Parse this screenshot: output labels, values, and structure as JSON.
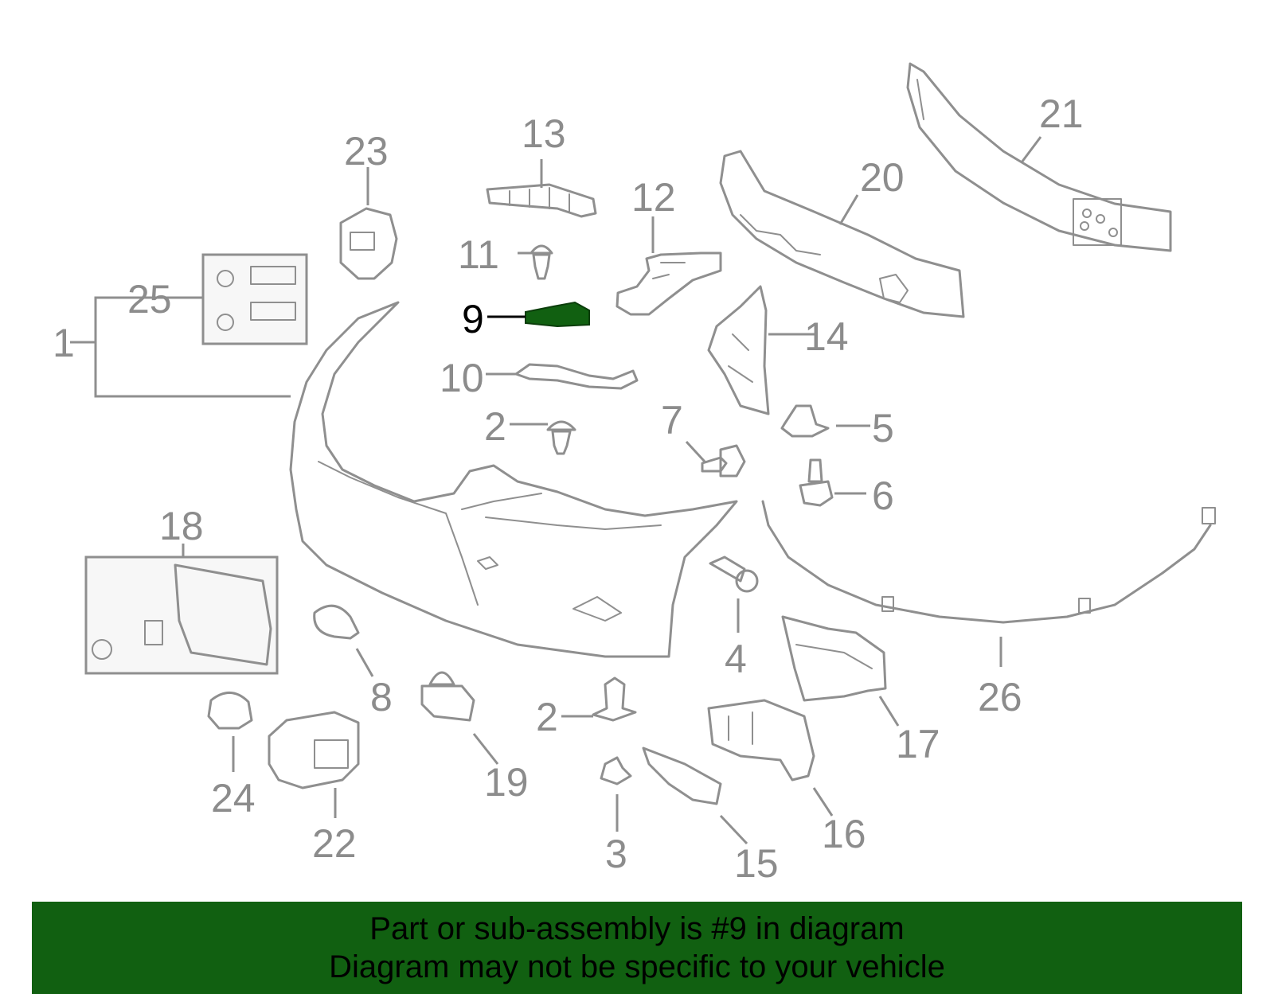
{
  "callouts": [
    {
      "id": "c1",
      "label": "1"
    },
    {
      "id": "c2a",
      "label": "2"
    },
    {
      "id": "c2b",
      "label": "2"
    },
    {
      "id": "c3",
      "label": "3"
    },
    {
      "id": "c4",
      "label": "4"
    },
    {
      "id": "c5",
      "label": "5"
    },
    {
      "id": "c6",
      "label": "6"
    },
    {
      "id": "c7",
      "label": "7"
    },
    {
      "id": "c8",
      "label": "8"
    },
    {
      "id": "c9",
      "label": "9"
    },
    {
      "id": "c10",
      "label": "10"
    },
    {
      "id": "c11",
      "label": "11"
    },
    {
      "id": "c12",
      "label": "12"
    },
    {
      "id": "c13",
      "label": "13"
    },
    {
      "id": "c14",
      "label": "14"
    },
    {
      "id": "c15",
      "label": "15"
    },
    {
      "id": "c16",
      "label": "16"
    },
    {
      "id": "c17",
      "label": "17"
    },
    {
      "id": "c18",
      "label": "18"
    },
    {
      "id": "c19",
      "label": "19"
    },
    {
      "id": "c20",
      "label": "20"
    },
    {
      "id": "c21",
      "label": "21"
    },
    {
      "id": "c22",
      "label": "22"
    },
    {
      "id": "c23",
      "label": "23"
    },
    {
      "id": "c24",
      "label": "24"
    },
    {
      "id": "c25",
      "label": "25"
    },
    {
      "id": "c26",
      "label": "26"
    }
  ],
  "highlight": {
    "callout": "9",
    "color": "#116011"
  },
  "banner": {
    "line1": "Part or sub-assembly is #9 in diagram",
    "line2": "Diagram may not be specific to your vehicle",
    "background": "#116011"
  },
  "colors": {
    "line_art": "#8f8f8f",
    "callout_text": "#8c8c8c",
    "highlight_label": "#000000"
  }
}
